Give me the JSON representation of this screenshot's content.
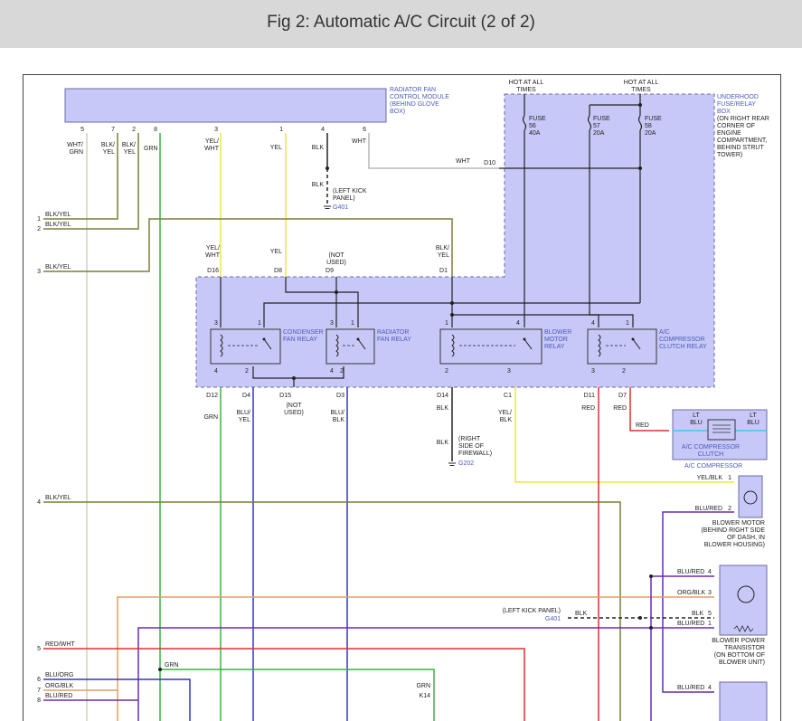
{
  "header": {
    "title": "Fig 2: Automatic A/C Circuit (2 of 2)"
  },
  "colors": {
    "header_bg": "#d8d8d8",
    "box_fill": "#c8c8f8",
    "box_stroke": "#6a6aa0",
    "wire_wht_grn": "#c7d7b9",
    "wire_blk_yel": "#7d7d38",
    "wire_grn": "#3cb43c",
    "wire_yel": "#e8e84a",
    "wire_wht": "#b8b8b8",
    "wire_blk": "#222222",
    "wire_blu": "#3333cc",
    "wire_red": "#e03030",
    "wire_blu_red": "#6a2cb4",
    "wire_org": "#e0a060",
    "wire_lt_blu": "#40c8e8"
  },
  "components": {
    "radiator_fan_module": {
      "name": "RADIATOR FAN\nCONTROL MODULE\n(BEHIND GLOVE\nBOX)"
    },
    "underhood_box": {
      "name": "UNDERHOOD\nFUSE/RELAY\nBOX"
    },
    "underhood_box_location": "(ON RIGHT REAR\nCORNER OF\nENGINE\nCOMPARTMENT,\nBEHIND STRUT\nTOWER)",
    "hot_at_all_times": "HOT AT ALL\nTIMES",
    "fuses": [
      {
        "label": "FUSE\n56\n40A"
      },
      {
        "label": "FUSE\n57\n20A"
      },
      {
        "label": "FUSE\n58\n20A"
      }
    ],
    "relays": [
      {
        "name": "CONDENSER\nFAN RELAY"
      },
      {
        "name": "RADIATOR\nFAN RELAY"
      },
      {
        "name": "BLOWER\nMOTOR\nRELAY"
      },
      {
        "name": "A/C\nCOMPRESSOR\nCLUTCH RELAY"
      }
    ],
    "ac_compressor_clutch": "A/C COMPRESSOR\nCLUTCH",
    "ac_compressor": "A/C COMPRESSOR",
    "blower_motor": "BLOWER MOTOR\n(BEHIND RIGHT SIDE\nOF DASH, IN\nBLOWER HOUSING)",
    "blower_power_transistor": "BLOWER POWER\nTRANSISTOR\n(ON BOTTOM OF\nBLOWER UNIT)",
    "ground_g401_top": {
      "desc": "(LEFT KICK\nPANEL)",
      "id": "G401"
    },
    "ground_g202": {
      "desc": "(RIGHT\nSIDE OF\nFIREWALL)",
      "id": "G202"
    },
    "ground_g401_bottom": {
      "desc": "(LEFT KICK PANEL)",
      "id": "G401"
    }
  },
  "wire_labels": {
    "top_pins": [
      "5",
      "7",
      "2",
      "8",
      "3",
      "1",
      "4",
      "6"
    ],
    "top_colors": [
      "WHT/\nGRN",
      "BLK/\nYEL",
      "BLK/\nYEL",
      "GRN",
      "YEL/\nWHT",
      "YEL",
      "BLK",
      "WHT"
    ],
    "blk_g401": "BLK",
    "wht_d10": "WHT",
    "d10": "D10",
    "left_numbers": [
      "1",
      "2",
      "3",
      "4",
      "5",
      "6",
      "7",
      "8"
    ],
    "left_colors": [
      "BLK/YEL",
      "BLK/YEL",
      "BLK/YEL",
      "BLK/YEL",
      "RED/WHT",
      "BLU/ORG",
      "ORG/BLK",
      "BLU/RED"
    ],
    "relay_top_colors": [
      "YEL/\nWHT",
      "YEL",
      "(NOT\nUSED)",
      "BLK/\nYEL"
    ],
    "relay_top_conns": [
      "D16",
      "D8",
      "D9",
      "D1"
    ],
    "relay_pin_numbers": [
      "3",
      "1",
      "4",
      "2",
      "3",
      "1",
      "4",
      "2",
      "1",
      "4",
      "2",
      "3",
      "4",
      "1",
      "3",
      "2"
    ],
    "bottom_conns": [
      "D12",
      "D4",
      "D15",
      "D3",
      "D14",
      "C1",
      "D11",
      "D7"
    ],
    "bottom_colors": [
      "GRN",
      "BLU/\nYEL",
      "(NOT\nUSED)",
      "BLU/\nBLK",
      "BLK",
      "YEL/\nBLK",
      "RED",
      "RED"
    ],
    "blk_g202": "BLK",
    "red_clutch": "RED",
    "lt_blu_left": "LT\nBLU",
    "lt_blu_right": "LT\nBLU",
    "yel_blk_motor": "YEL/BLK",
    "blu_red_motor": "BLU/RED",
    "motor_pins": [
      "1",
      "2"
    ],
    "transistor_colors": [
      "BLU/RED",
      "ORG/BLK",
      "BLK",
      "BLU/RED"
    ],
    "transistor_pins": [
      "4",
      "3",
      "5",
      "1"
    ],
    "blk_g401_bottom": "BLK",
    "grn_lower": "GRN",
    "grn_k14": "GRN",
    "k14": "K14",
    "blu_red_bottom": "BLU/RED",
    "bottom_pin": "4"
  }
}
